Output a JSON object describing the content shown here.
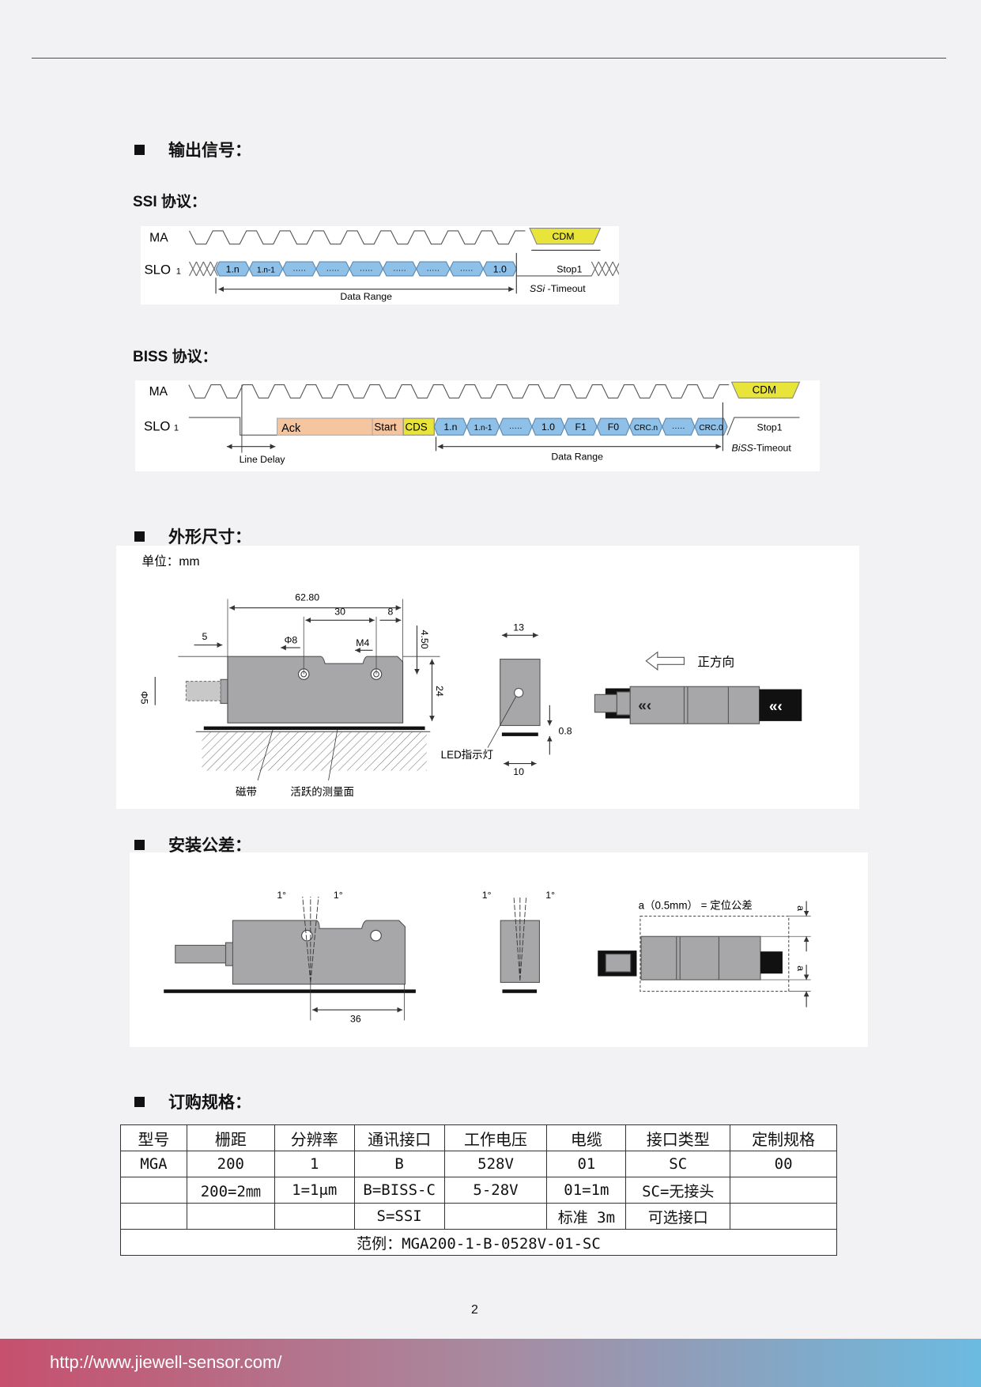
{
  "sections": {
    "output_signal": "输出信号：",
    "dimensions": "外形尺寸：",
    "install_tolerance": "安装公差：",
    "ordering": "订购规格："
  },
  "ssi": {
    "label": "SSI 协议：",
    "ma": "MA",
    "slo": "SLO",
    "slo_sub": "1",
    "cdm": "CDM",
    "cells": [
      "1.n",
      "1.n-1",
      "·····",
      "·····",
      "·····",
      "·····",
      "·····",
      "·····",
      "1.0"
    ],
    "stop": "Stop1",
    "data_range": "Data Range",
    "timeout_italic": "SSi",
    "timeout": " -Timeout"
  },
  "biss": {
    "label": "BISS 协议：",
    "ma": "MA",
    "slo": "SLO",
    "slo_sub": "1",
    "cdm": "CDM",
    "ack": "Ack",
    "start": "Start",
    "cds": "CDS",
    "cells": [
      "1.n",
      "1.n-1",
      "·····",
      "1.0",
      "F1",
      "F0",
      "CRC.n",
      "·····",
      "CRC.0"
    ],
    "stop": "Stop1",
    "line_delay": "Line Delay",
    "data_range": "Data Range",
    "timeout_italic": "BiSS",
    "timeout": "-Timeout"
  },
  "dimension_drawing": {
    "unit": "单位：mm",
    "d_total": "62.80",
    "d_30": "30",
    "d_8": "8",
    "d_5": "5",
    "d_phi8": "Φ8",
    "d_m4": "M4",
    "d_450": "4.50",
    "d_24": "24",
    "d_phi5": "Φ5",
    "d_13": "13",
    "d_10": "10",
    "d_08": "0.8",
    "led": "LED指示灯",
    "tape": "磁带",
    "active_surface": "活跃的测量面",
    "direction": "正方向"
  },
  "install_drawing": {
    "deg": "1°",
    "d_36": "36",
    "a_note": "a（0.5mm） = 定位公差",
    "a": "a"
  },
  "order_table": {
    "headers": [
      "型号",
      "栅距",
      "分辨率",
      "通讯接口",
      "工作电压",
      "电缆",
      "接口类型",
      "定制规格"
    ],
    "rows": [
      [
        "MGA",
        "200",
        "1",
        "B",
        "528V",
        "01",
        "SC",
        "00"
      ],
      [
        "",
        "200=2㎜",
        "1=1μm",
        "B=BISS-C",
        "5-28V",
        "01=1m",
        "SC=无接头",
        ""
      ],
      [
        "",
        "",
        "",
        "S=SSI",
        "",
        "标准 3m",
        "可选接口",
        ""
      ]
    ],
    "example": "范例：MGA200-1-B-0528V-01-SC"
  },
  "page_number": "2",
  "footer_url": "http://www.jiewell-sensor.com/",
  "colors": {
    "blue_cell": "#8ec0e8",
    "cdm_yellow": "#e8e43a",
    "ack_orange": "#f5c5a0",
    "body_gray": "#a7a7a9",
    "footer_left": "#c6506d",
    "footer_right": "#6bbbe0"
  }
}
